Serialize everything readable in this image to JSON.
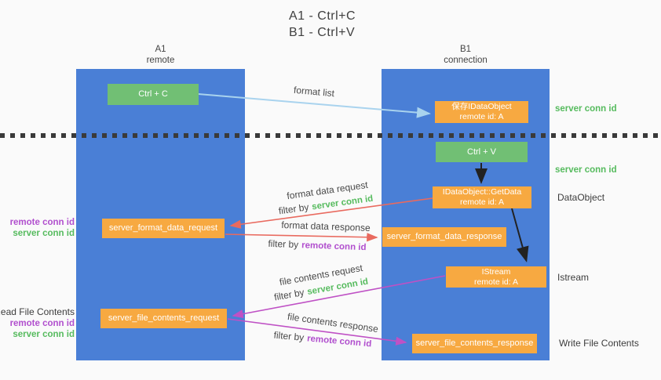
{
  "title": {
    "line1": "A1 - Ctrl+C",
    "line2": "B1 - Ctrl+V"
  },
  "columns": {
    "left": {
      "name": "A1",
      "role": "remote"
    },
    "right": {
      "name": "B1",
      "role": "connection"
    }
  },
  "nodes": {
    "ctrl_c": "Ctrl + C",
    "ctrl_v": "Ctrl + V",
    "save_idataobject": {
      "line1": "保存IDataObject",
      "line2": "remote id: A"
    },
    "getdata": {
      "line1": "IDataObject::GetData",
      "line2": "remote id: A"
    },
    "istream": {
      "line1": "IStream",
      "line2": "remote id: A"
    },
    "format_request": "server_format_data_request",
    "format_response": "server_format_data_response",
    "file_request": "server_file_contents_request",
    "file_response": "server_file_contents_response"
  },
  "arrow_labels": {
    "format_list": "format list",
    "format_data_request": "format data request",
    "format_data_response": "format data response",
    "file_contents_request": "file contents request",
    "file_contents_response": "file contents response",
    "filter_by": "filter by"
  },
  "side_labels": {
    "server_conn_id": "server conn id",
    "remote_conn_id": "remote conn id",
    "dataobject": "DataObject",
    "istream": "Istream",
    "read_file_contents": "Read File Contents",
    "write_file_contents": "Write File Contents"
  },
  "colors": {
    "column_blue": "#4a7fd6",
    "node_orange": "#f7a941",
    "button_green": "#71bf74",
    "arrow_red": "#e96a5f",
    "arrow_magenta": "#bf51c5",
    "arrow_light_blue": "#a9d3ee",
    "arrow_black": "#222222",
    "text_green": "#56bb5e",
    "text_purple": "#b14fce"
  }
}
